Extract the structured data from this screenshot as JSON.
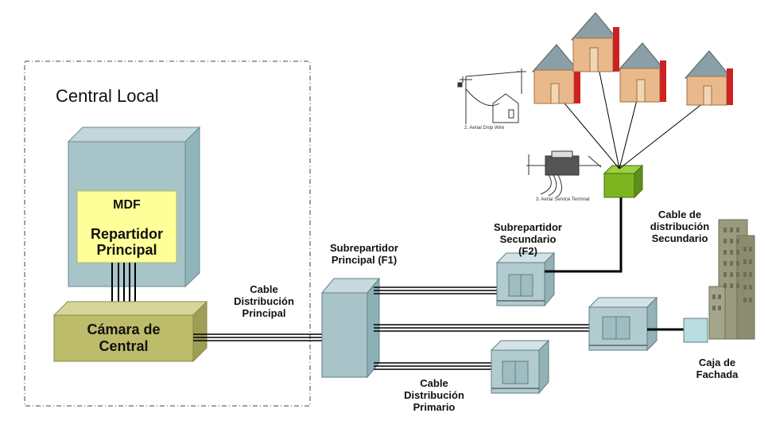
{
  "central_local": {
    "title": "Central Local"
  },
  "mdf": {
    "title": "MDF",
    "line1": "Repartidor",
    "line2": "Principal"
  },
  "camara": {
    "line1": "Cámara de",
    "line2": "Central"
  },
  "cable_principal": {
    "line1": "Cable",
    "line2": "Distribución",
    "line3": "Principal"
  },
  "f1": {
    "line1": "Subrepartidor",
    "line2": "Principal (F1)"
  },
  "f2": {
    "line1": "Subrepartidor",
    "line2": "Secundario",
    "line3": "(F2)"
  },
  "cable_secundario": {
    "line1": "Cable de",
    "line2": "distribución",
    "line3": "Secundario"
  },
  "cable_primario": {
    "line1": "Cable",
    "line2": "Distribución",
    "line3": "Primario"
  },
  "caja": {
    "line1": "Caja de",
    "line2": "Fachada"
  },
  "aerial": {
    "drop_wire": "2. Aerial Drop Wire",
    "service_terminal": "3. Aerial Service Terminal"
  },
  "colors": {
    "mdf_yellow": "#ffff99",
    "camara_olive": "#bcbc6a",
    "cabinet_blue": "#a7c4c9",
    "house_orange": "#e9b98c",
    "terminal_green": "#7cb520"
  }
}
